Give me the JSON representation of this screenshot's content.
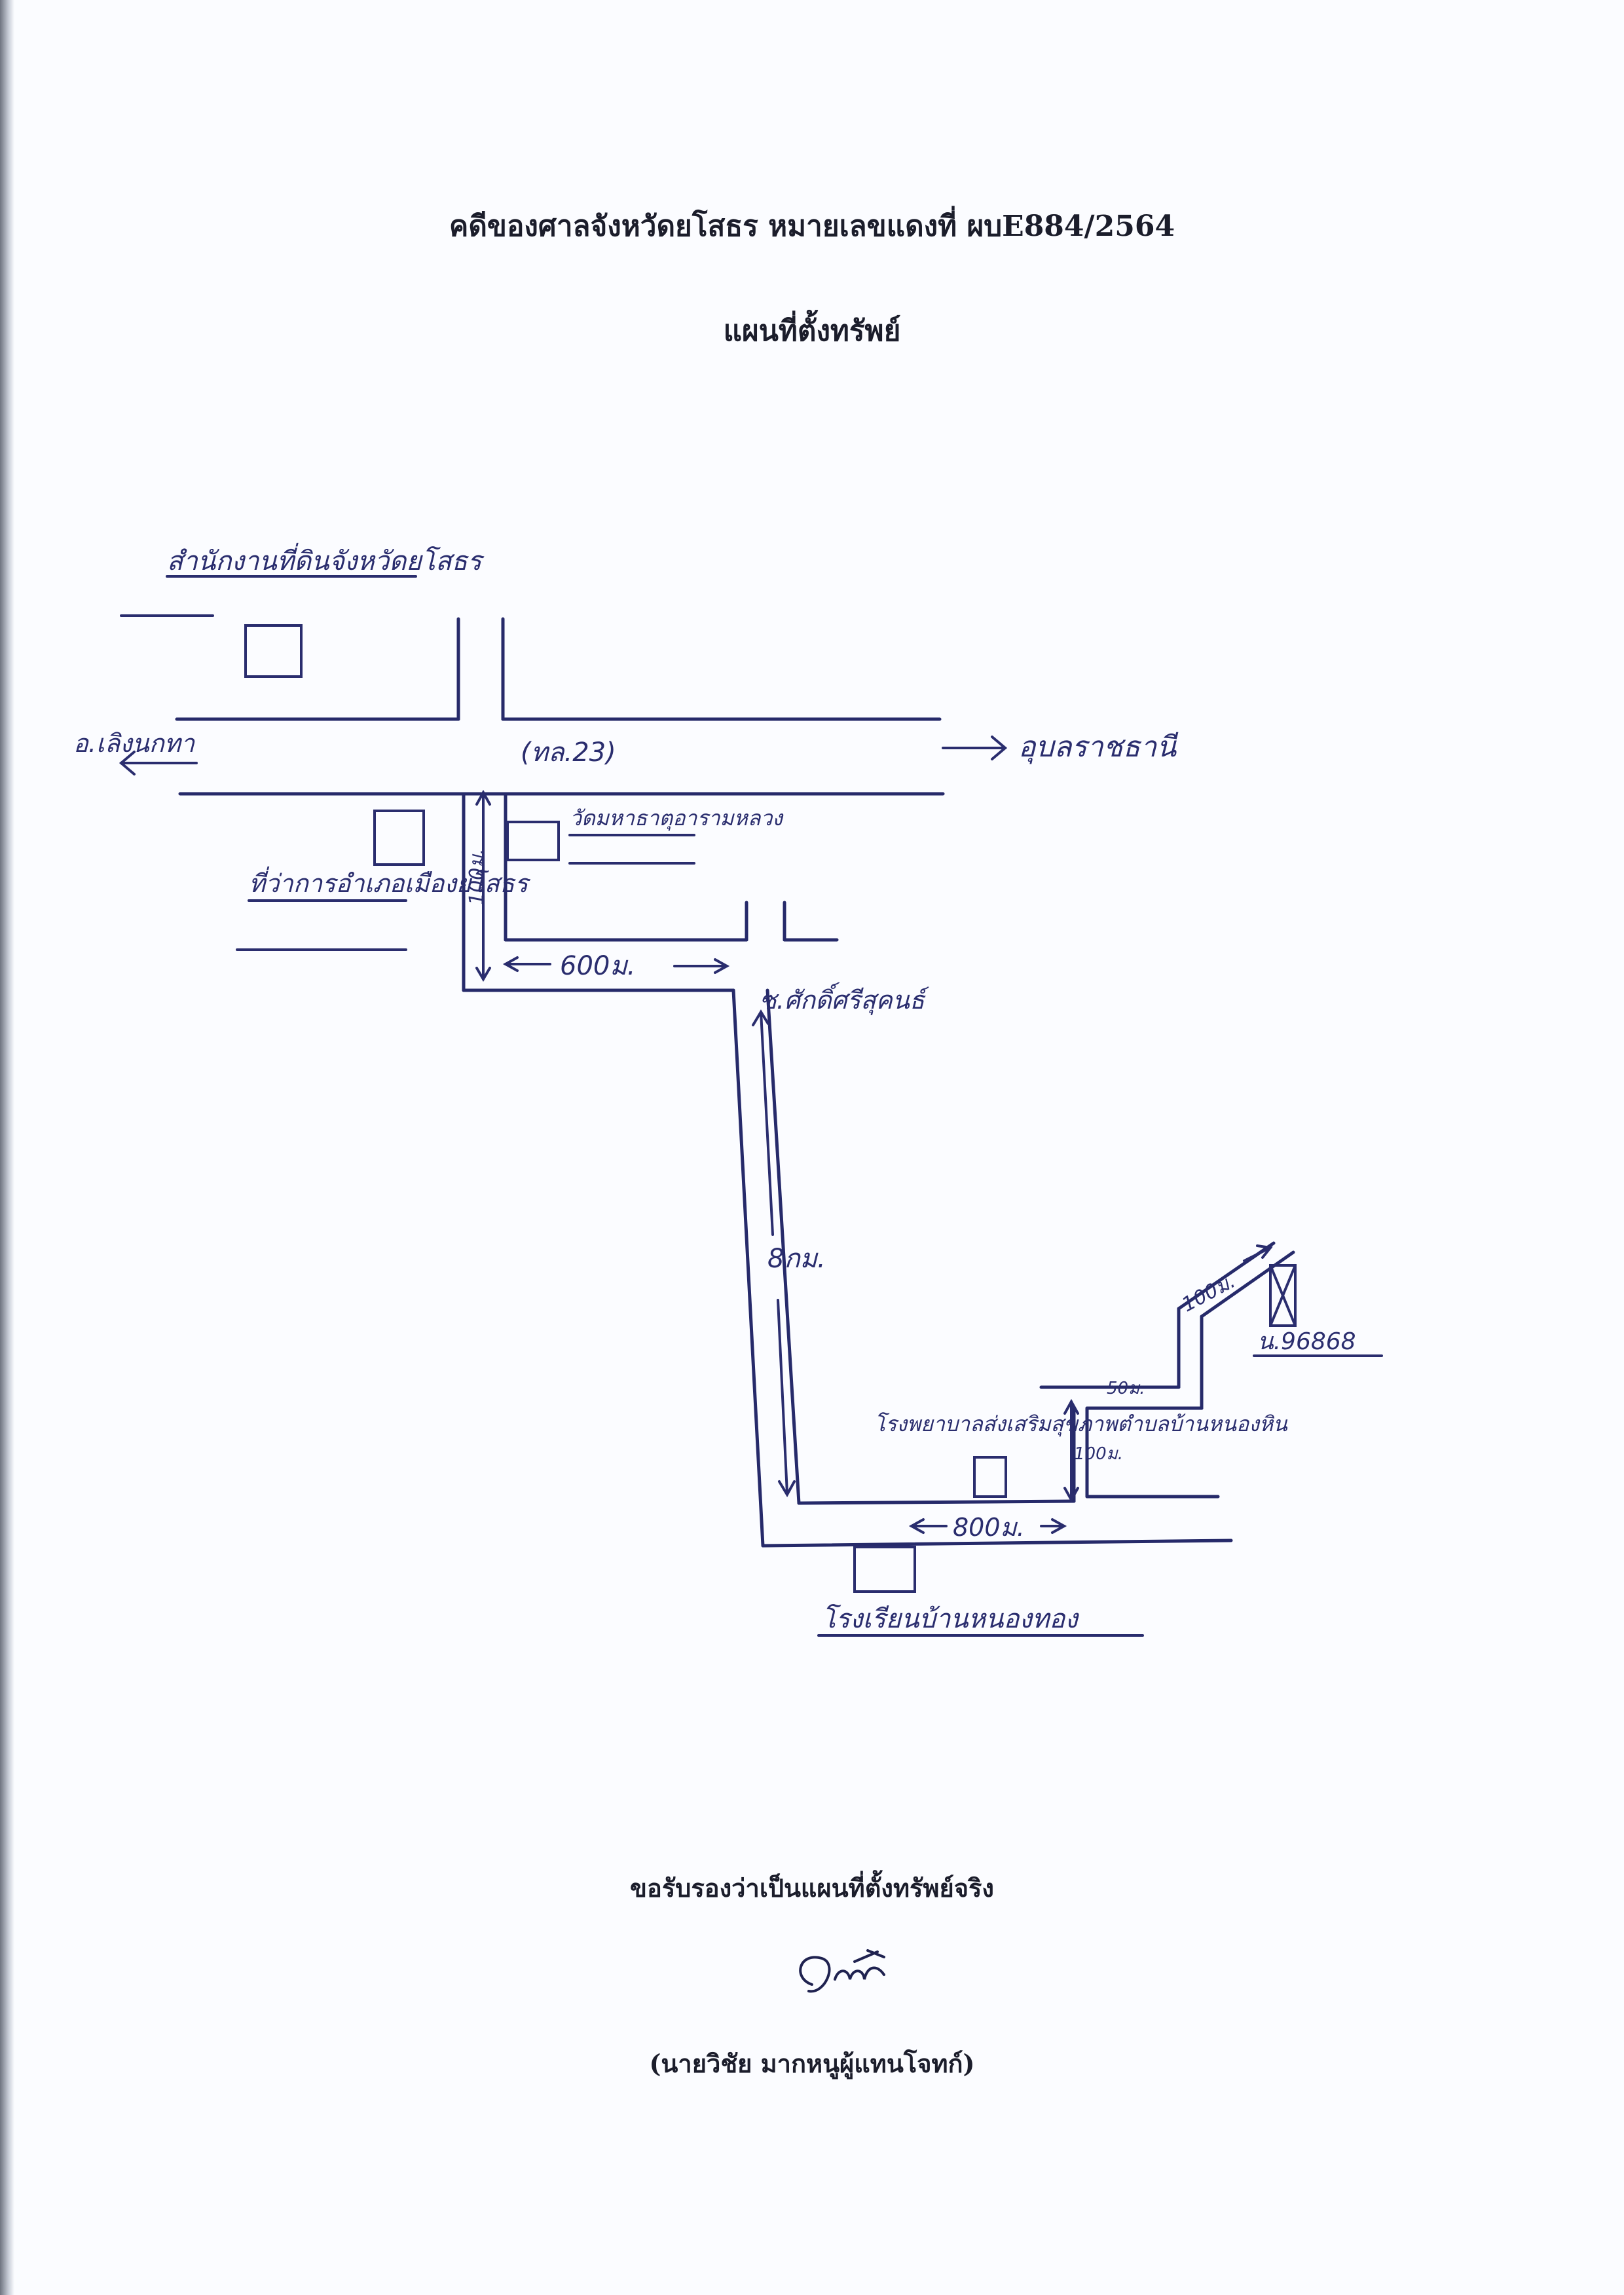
{
  "header": {
    "case_title": "คดีของศาลจังหวัดยโสธร หมายเลขแดงที่ ผบE884/2564",
    "map_title": "แผนที่ตั้งทรัพย์"
  },
  "map": {
    "labels": {
      "land_office": "สำนักงานที่ดินจังหวัดยโสธร",
      "district_office": "ที่ว่าการอำเภอเมืองยโสธร",
      "temple": "วัดมหาธาตุอารามหลวง",
      "to_west": "อ.เลิงนกทา",
      "to_east": "อุบลราชธานี",
      "highway": "(ทล.23)",
      "dist_100m_left": "100ม.",
      "dist_600m": "600ม.",
      "soi": "ซ.ศักดิ์ศรีสุคนธ์",
      "dist_8km": "8กม.",
      "hospital": "โรงพยาบาลส่งเสริมสุขภาพตำบลบ้านหนองหิน",
      "dist_800m": "800ม.",
      "dist_100m_up": "100ม.",
      "dist_50m": "50ม.",
      "dist_100m_diag": "100ม.",
      "deed": "น.96868",
      "school": "โรงเรียนบ้านหนองทอง"
    }
  },
  "footer": {
    "certify": "ขอรับรองว่าเป็นแผนที่ตั้งทรัพย์จริง",
    "signer": "(นายวิชัย มากหนูผู้แทนโจทก์)"
  }
}
